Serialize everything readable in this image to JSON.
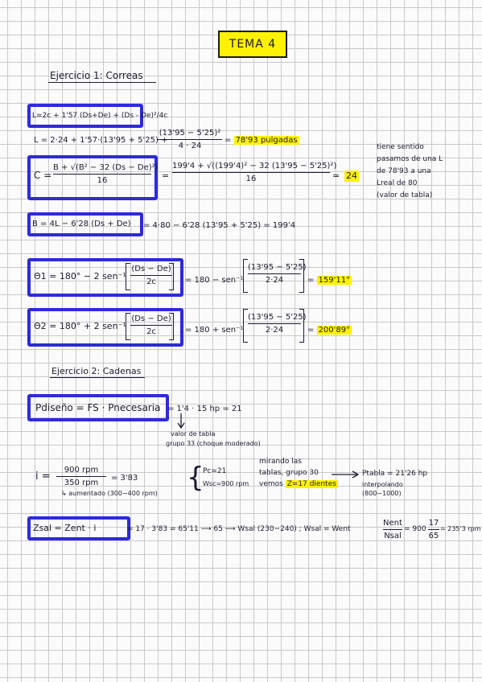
{
  "title": "TEMA 4",
  "ex1": {
    "heading": "Ejercicio 1: Correas",
    "L_formula_box": "L=2c + 1'57 (Ds+De) + (Ds - De)²/4c",
    "L_calc": "L = 2·24 + 1'57·(13'95 + 5'25) +",
    "L_calc_num": "(13'95 − 5'25)²",
    "L_calc_den": "4 · 24",
    "L_result": "78'93 pulgadas",
    "C_box_left": "C =",
    "C_box_num": "B + √(B² − 32 (Ds − De)²)",
    "C_box_den": "16",
    "C_calc_num": "199'4 + √((199'4)² − 32 (13'95 − 5'25)²)",
    "C_calc_den": "16",
    "C_approx": "≃",
    "C_result": "24",
    "side_note": [
      "tiene sentido",
      "pasamos de una L",
      "de 78'93 a una",
      "Lreal de 80",
      "(valor de tabla)"
    ],
    "B_box": "B = 4L − 6'28 (Ds + De)",
    "B_calc": "= 4·80 − 6'28 (13'95 + 5'25) = 199'4",
    "theta1_box_left": "Θ1 = 180° − 2 sen⁻¹",
    "theta1_box_num": "(Ds − De)",
    "theta1_box_den": "2c",
    "theta1_calc_left": "= 180 − sen⁻¹",
    "theta1_calc_num": "(13'95 − 5'25)",
    "theta1_calc_den": "2·24",
    "theta1_result": "159'11°",
    "theta2_box_left": "Θ2 = 180° + 2 sen⁻¹",
    "theta2_box_num": "(Ds − De)",
    "theta2_box_den": "2c",
    "theta2_calc_left": "= 180 + sen⁻¹",
    "theta2_calc_num": "(13'95 − 5'25)",
    "theta2_calc_den": "2·24",
    "theta2_result": "200'89°"
  },
  "ex2": {
    "heading": "Ejercicio 2: Cadenas",
    "P_box": "Pdiseño = FS · Pnecesaria",
    "P_calc": "= 1'4 · 15 hp = 21",
    "P_note1": "valor de tabla",
    "P_note2": "grupo 33 (choque moderado)",
    "i_left": "i =",
    "i_num": "900 rpm",
    "i_den": "350 rpm",
    "i_result": "= 3'83",
    "i_note": "↳ aumentado (300−400 rpm)",
    "sys_line1": "Pc=21",
    "sys_line2": "Wsc=900 rpm",
    "mid_line1": "mirando las",
    "mid_line2": "tablas, grupo 30",
    "mid_line3_a": "vemos",
    "mid_line3_hl": "Z=17 dientes",
    "ptabla": "Ptabla = 21'26 hp",
    "interp1": "interpolando",
    "interp2": "(800−1000)",
    "Z_box": "Zsal = Zent · i",
    "Z_calc": "= 17 · 3'83 = 65'11 ⟶ 65 ⟶ Wsal (230−240) ; Wsal = Went",
    "Z_frac_num": "Nent",
    "Z_frac_den": "Nsal",
    "Z_tail": "= 900",
    "Z_tail_num": "17",
    "Z_tail_den": "65",
    "Z_result": "= 235'3 rpm"
  },
  "colors": {
    "box": "#2e2bd6",
    "highlight": "#fff200",
    "ink": "#1c1c30",
    "grid": "#c9c9c9"
  }
}
